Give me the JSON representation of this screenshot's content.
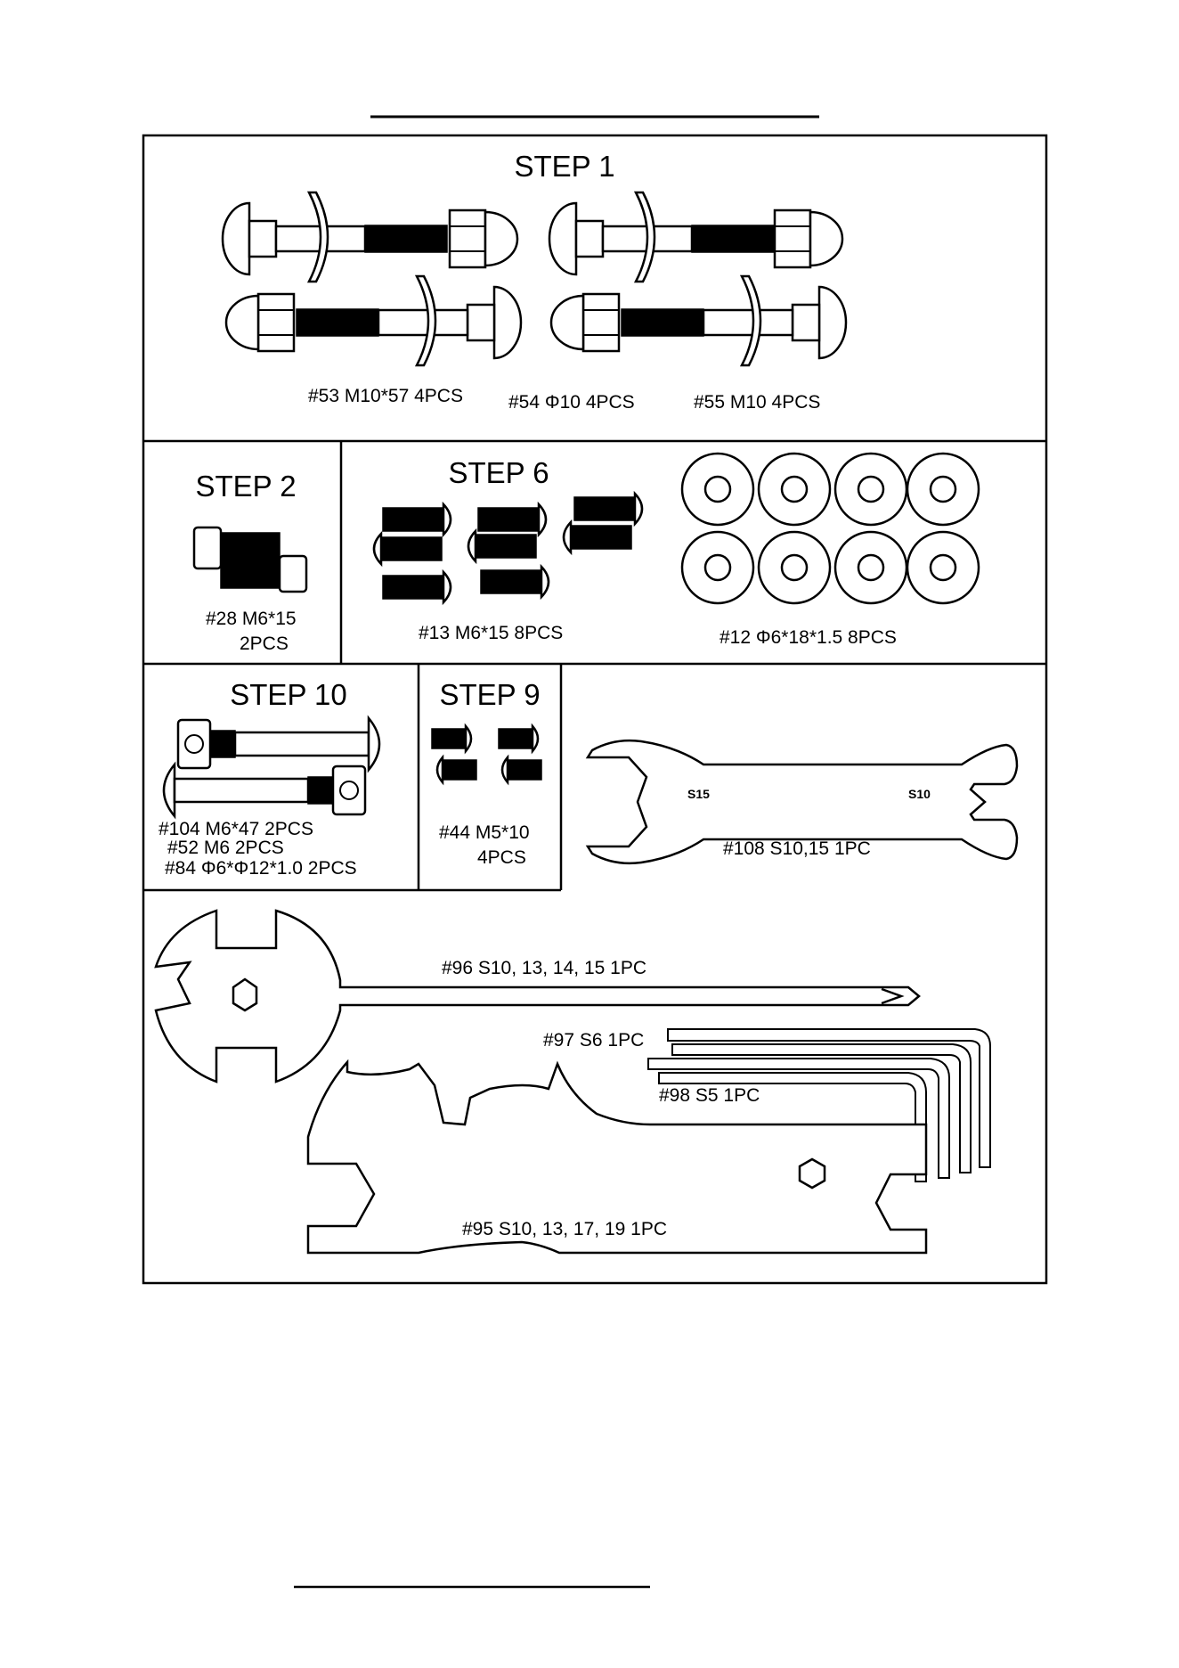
{
  "steps": {
    "step1": "STEP 1",
    "step2": "STEP 2",
    "step6": "STEP 6",
    "step10": "STEP 10",
    "step9": "STEP 9"
  },
  "parts": {
    "p53": "#53 M10*57 4PCS",
    "p54": "#54 Φ10 4PCS",
    "p55": "#55 M10 4PCS",
    "p28_line1": "#28 M6*15",
    "p28_line2": "2PCS",
    "p13": "#13  M6*15 8PCS",
    "p12": "#12  Φ6*18*1.5 8PCS",
    "p104": "#104 M6*47  2PCS",
    "p52": "#52 M6  2PCS",
    "p84": "#84 Φ6*Φ12*1.0  2PCS",
    "p44_line1": "#44 M5*10",
    "p44_line2": "4PCS",
    "p108": "#108  S10,15  1PC",
    "p96": "#96  S10, 13, 14, 15  1PC",
    "p97": "#97 S6 1PC",
    "p98": "#98 S5 1PC",
    "p95": "#95 S10, 13, 17, 19 1PC"
  },
  "wrench_marks": {
    "left": "S15",
    "right": "S10"
  }
}
